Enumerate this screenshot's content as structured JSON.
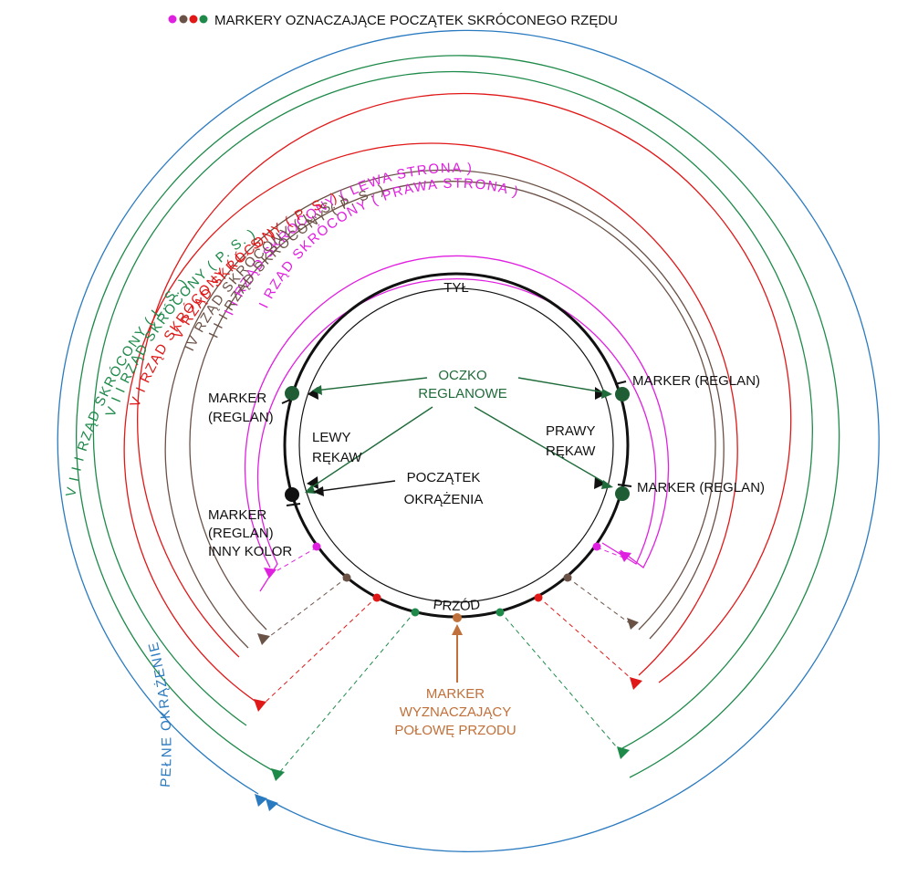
{
  "colors": {
    "black": "#111111",
    "regl_green": "#1f6b3a",
    "magenta": "#e020e0",
    "brown": "#6b5247",
    "red": "#e01818",
    "green": "#1e8a4a",
    "blue": "#2a7ac0",
    "orange": "#c0703a"
  },
  "legend": {
    "text": "MARKERY OZNACZAJĄCE POCZĄTEK SKRÓCONEGO RZĘDU",
    "dot_colors": [
      "#e020e0",
      "#6b5247",
      "#e01818",
      "#1e8a4a"
    ]
  },
  "labels": {
    "tyl": "TYŁ",
    "przod": "PRZÓD",
    "oczko_1": "OCZKO",
    "oczko_2": "REGLANOWE",
    "lewy_1": "LEWY",
    "lewy_2": "RĘKAW",
    "prawy_1": "PRAWY",
    "prawy_2": "RĘKAW",
    "poczatek_1": "POCZĄTEK",
    "poczatek_2": "OKRĄŻENIA",
    "marker_tl_1": "MARKER",
    "marker_tl_2": "(REGLAN)",
    "marker_tr": "MARKER (REGLAN)",
    "marker_br": "MARKER (REGLAN)",
    "marker_bl_1": "MARKER",
    "marker_bl_2": "(REGLAN)",
    "marker_bl_3": "INNY KOLOR",
    "half_1": "MARKER",
    "half_2": "WYZNACZAJĄCY",
    "half_3": "POŁOWĘ PRZODU"
  },
  "rows": {
    "r1": "I  RZĄD  SKRÓCONY  ( PRAWA  STRONA )",
    "r2": "I I  RZĄD  SKRÓCONY  ( LEWA  STRONA )",
    "r3": "I I I  RZĄD  SKRÓCONY  ( P.  S. )",
    "r4": "IV  RZĄD  SKRÓCONY  ( L.  S. )",
    "r5": "V  RZĄD  SKRÓCONY  ( P.  S. )",
    "r6": "V I  RZĄD  SKRÓCONY  ( L.  S. )",
    "r7": "V I I  RZĄD  SKRÓCONY  ( P.  S. )",
    "r8": "V I I I  RZĄD  SKRÓCONY  ( L.  S. )",
    "r9": "PEŁNE  OKRĄŻENIE"
  }
}
